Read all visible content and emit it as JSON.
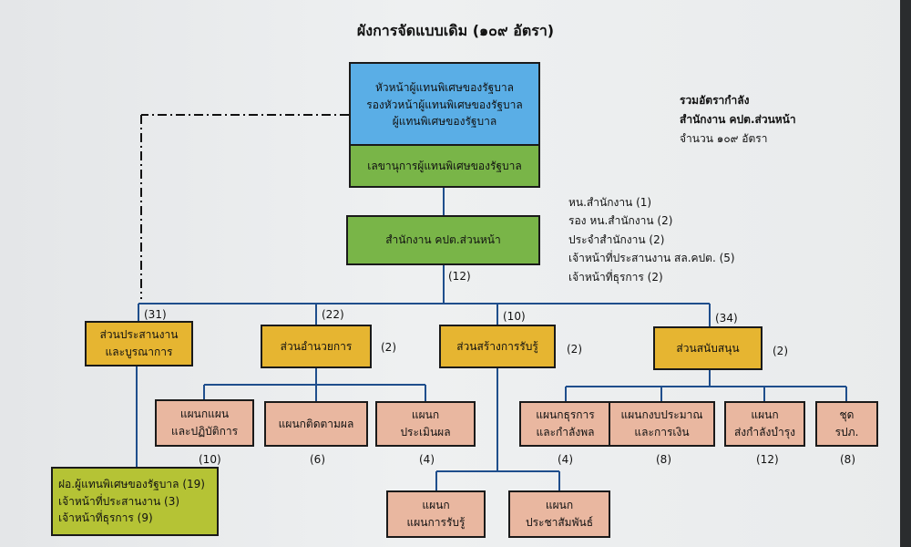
{
  "title": "ผังการจัดแบบเดิม (๑๐๙ อัตรา)",
  "top_box": {
    "lines": [
      "หัวหน้าผู้แทนพิเศษของรัฐบาล",
      "รองหัวหน้าผู้แทนพิเศษของรัฐบาล",
      "ผู้แทนพิเศษของรัฐบาล"
    ],
    "secretary": "เลขานุการผู้แทนพิเศษของรัฐบาล"
  },
  "summary": {
    "line1": "รวมอัตรากำลัง",
    "line2": "สำนักงาน คปต.ส่วนหน้า",
    "line3": "จำนวน ๑๐๙ อัตรา"
  },
  "office": {
    "label": "สำนักงาน คปต.ส่วนหน้า",
    "count": "(12)",
    "staff": [
      "หน.สำนักงาน (1)",
      "รอง หน.สำนักงาน (2)",
      "ประจำสำนักงาน (2)",
      "เจ้าหน้าที่ประสานงาน สล.คปต. (5)",
      "เจ้าหน้าที่ธุรการ (2)"
    ]
  },
  "divisions": [
    {
      "line1": "ส่วนประสานงาน",
      "line2": "และบูรณาการ",
      "top_count": "(31)",
      "side_count": ""
    },
    {
      "line1": "ส่วนอำนวยการ",
      "line2": "",
      "top_count": "(22)",
      "side_count": "(2)"
    },
    {
      "line1": "ส่วนสร้างการรับรู้",
      "line2": "",
      "top_count": "(10)",
      "side_count": "(2)"
    },
    {
      "line1": "ส่วนสนับสนุน",
      "line2": "",
      "top_count": "(34)",
      "side_count": "(2)"
    }
  ],
  "units": [
    {
      "line1": "แผนกแผน",
      "line2": "และปฏิบัติการ",
      "count": "(10)"
    },
    {
      "line1": "แผนกติดตามผล",
      "line2": "",
      "count": "(6)"
    },
    {
      "line1": "แผนก",
      "line2": "ประเมินผล",
      "count": "(4)"
    },
    {
      "line1": "แผนกธุรการ",
      "line2": "และกำลังพล",
      "count": "(4)"
    },
    {
      "line1": "แผนกงบประมาณ",
      "line2": "และการเงิน",
      "count": "(8)"
    },
    {
      "line1": "แผนก",
      "line2": "ส่งกำลังบำรุง",
      "count": "(12)"
    },
    {
      "line1": "ชุด",
      "line2": "รปภ.",
      "count": "(8)"
    }
  ],
  "pr_units": [
    {
      "line1": "แผนก",
      "line2": "แผนการรับรู้"
    },
    {
      "line1": "แผนก",
      "line2": "ประชาสัมพันธ์"
    }
  ],
  "delegates": {
    "lines": [
      "ฝอ.ผู้แทนพิเศษของรัฐบาล (19)",
      "เจ้าหน้าที่ประสานงาน (3)",
      "เจ้าหน้าที่ธุรการ (9)"
    ]
  }
}
